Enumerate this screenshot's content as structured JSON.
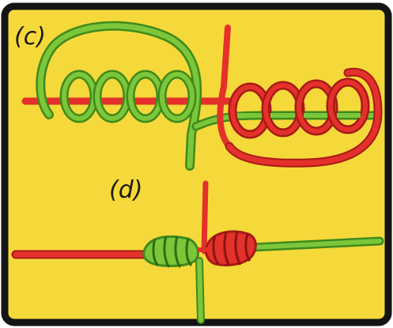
{
  "figure": {
    "panels": [
      {
        "label": "(c)"
      },
      {
        "label": "(d)"
      }
    ]
  },
  "colors": {
    "background": "#f5d93a",
    "frame": "#141414",
    "red_line": "#e4312b",
    "red_line_dark": "#a81a16",
    "green_line": "#7cc63a",
    "green_line_dark": "#3f8a1c"
  },
  "icons": [
    "red-fishing-line",
    "green-fishing-line"
  ]
}
